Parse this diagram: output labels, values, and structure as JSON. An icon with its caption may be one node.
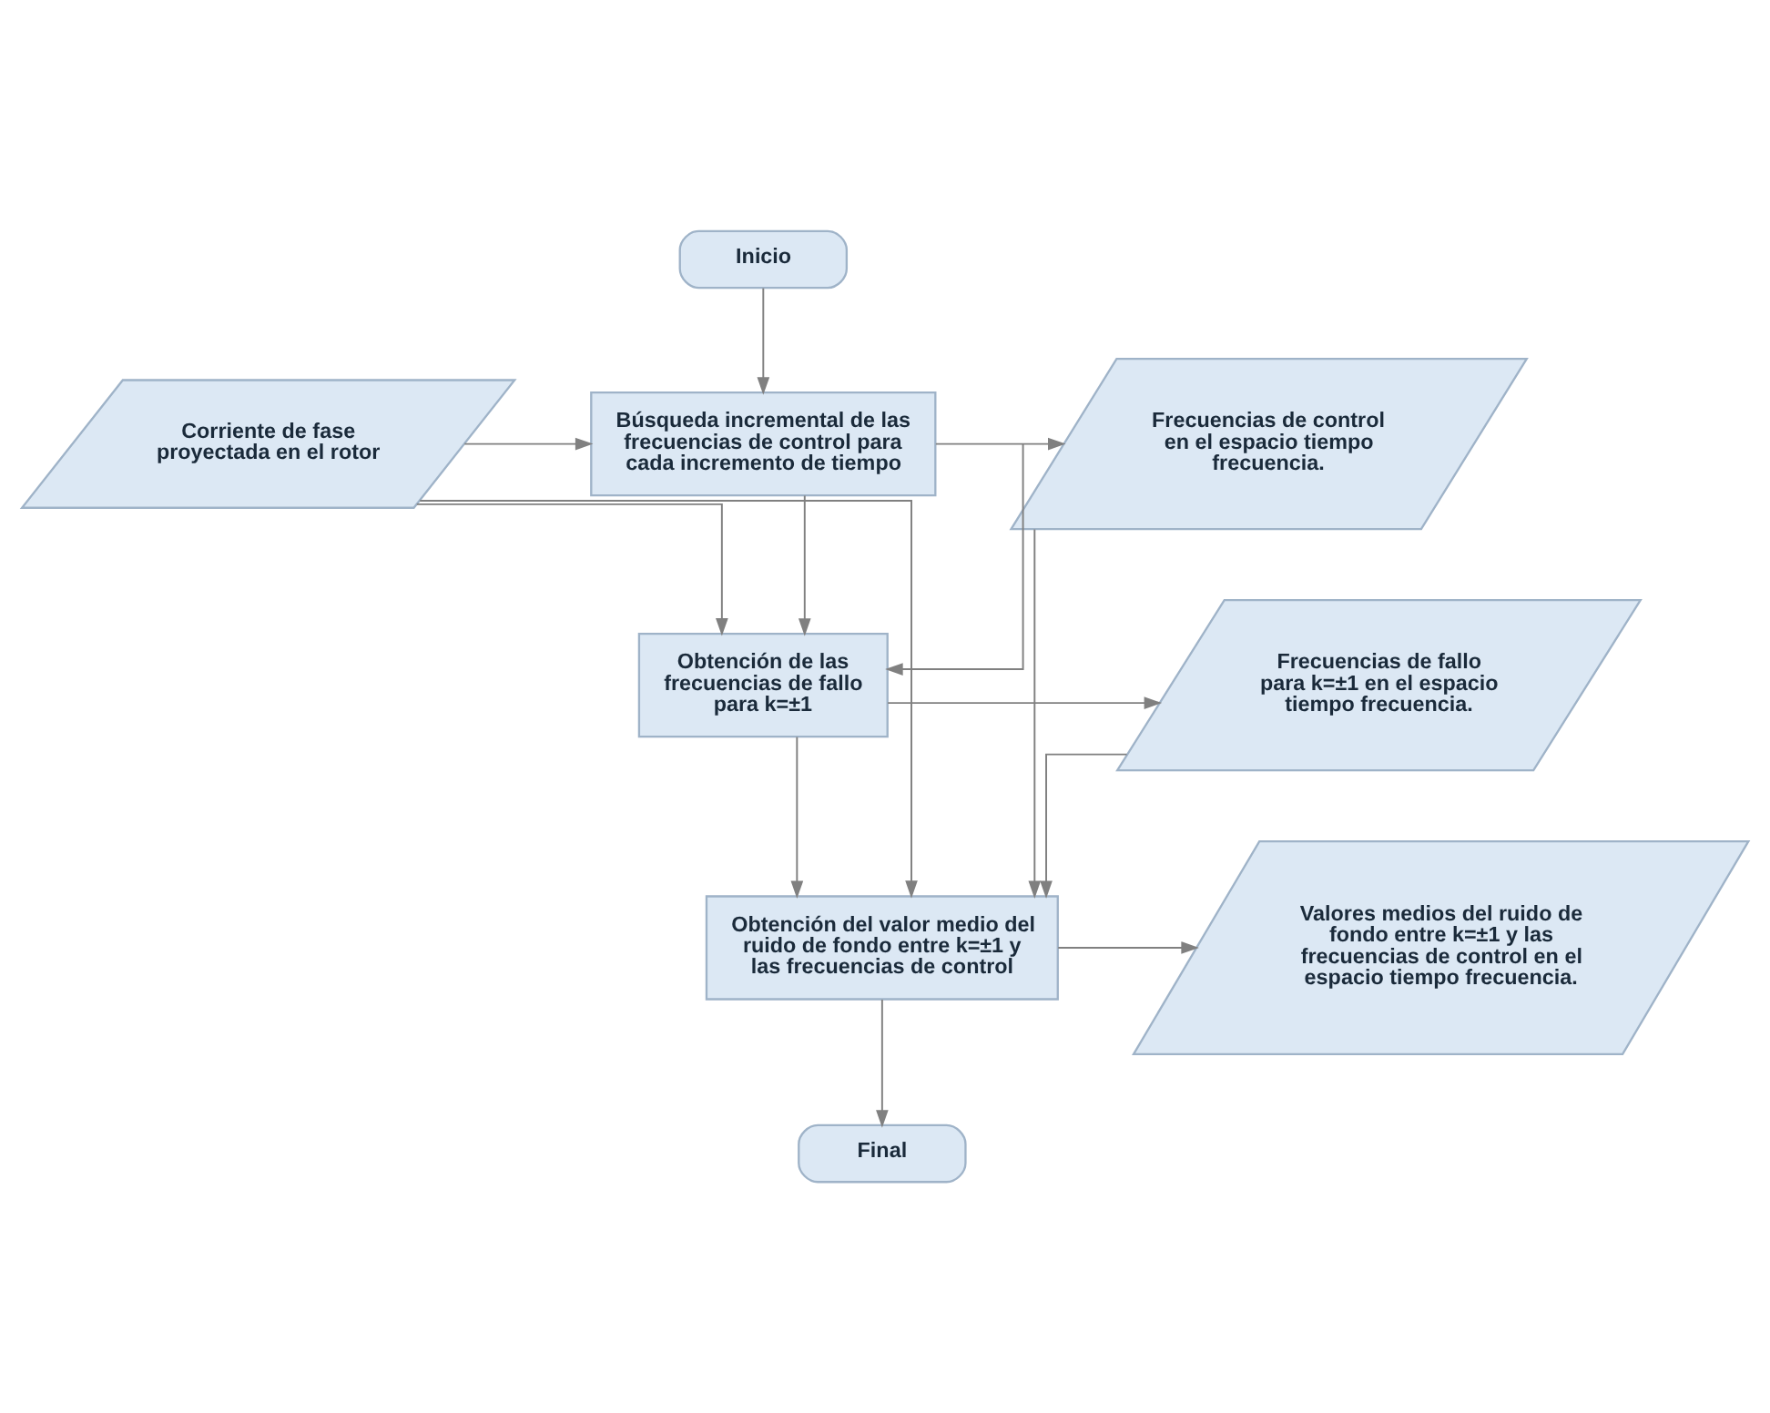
{
  "diagram": {
    "nodes": [
      {
        "text": [
          "Inicio"
        ]
      },
      {
        "text": [
          "Corriente de fase proyectada en el rotor"
        ]
      },
      {
        "text": [
          "Búsqueda incremental de las frecuencias de control para cada incremento de tiempo"
        ]
      },
      {
        "text": [
          "Frecuencias de control en el espacio tiempo frecuencia."
        ]
      },
      {
        "text": [
          "Obtención de las frecuencias de fallo para k=±1"
        ]
      },
      {
        "text": [
          "Frecuencias de fallo para k=±1 en el espacio tiempo frecuencia."
        ]
      },
      {
        "text": [
          "Obtención del valor medio del ruido de fondo entre k=±1 y las frecuencias de control"
        ]
      },
      {
        "text": [
          "Valores medios del ruido de fondo entre k=±1 y las frecuencias de control en el espacio tiempo frecuencia."
        ]
      },
      {
        "text": [
          "Final"
        ]
      }
    ],
    "edges": [
      {
        "from": 0,
        "to": 2,
        "arrow": "to"
      },
      {
        "from": 1,
        "to": 2,
        "arrow": "to"
      },
      {
        "from": 2,
        "to": 3,
        "arrow": "to"
      },
      {
        "from": 2,
        "to": 4,
        "arrow": "to"
      },
      {
        "from": 3,
        "to": 4,
        "arrow": "to"
      },
      {
        "from": 1,
        "to": 4,
        "arrow": "to"
      },
      {
        "from": 4,
        "to": 5,
        "arrow": "to"
      },
      {
        "from": 4,
        "to": 6,
        "arrow": "to"
      },
      {
        "from": 5,
        "to": 6,
        "arrow": "to"
      },
      {
        "from": 1,
        "to": 6,
        "arrow": "to"
      },
      {
        "from": 3,
        "to": 6,
        "arrow": "to"
      },
      {
        "from": 6,
        "to": 8,
        "arrow": "to"
      },
      {
        "from": 6,
        "to": 7,
        "arrow": "to"
      }
    ]
  }
}
